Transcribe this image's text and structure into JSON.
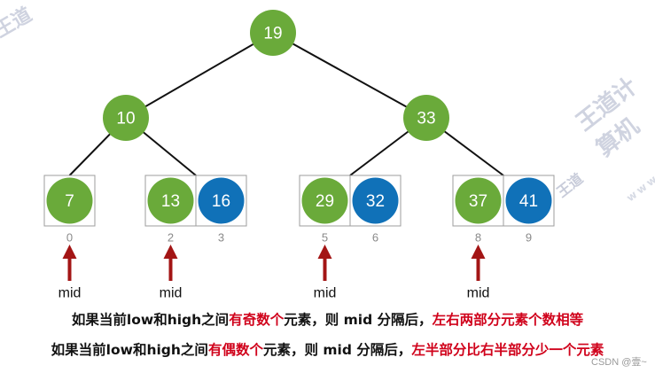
{
  "tree": {
    "root": {
      "value": "19",
      "color": "#6aaa3a"
    },
    "left": {
      "value": "10",
      "color": "#6aaa3a"
    },
    "right": {
      "value": "33",
      "color": "#6aaa3a"
    }
  },
  "leaves": [
    {
      "cells": [
        {
          "value": "7",
          "color": "#6aaa3a",
          "index": "0"
        }
      ],
      "pointer": "mid"
    },
    {
      "cells": [
        {
          "value": "13",
          "color": "#6aaa3a",
          "index": "2"
        },
        {
          "value": "16",
          "color": "#1071b8",
          "index": "3"
        }
      ],
      "pointer": "mid"
    },
    {
      "cells": [
        {
          "value": "29",
          "color": "#6aaa3a",
          "index": "5"
        },
        {
          "value": "32",
          "color": "#1071b8",
          "index": "6"
        }
      ],
      "pointer": "mid"
    },
    {
      "cells": [
        {
          "value": "37",
          "color": "#6aaa3a",
          "index": "8"
        },
        {
          "value": "41",
          "color": "#1071b8",
          "index": "9"
        }
      ],
      "pointer": "mid"
    }
  ],
  "colors": {
    "arrow": "#a31515",
    "highlight": "#d0021b",
    "edge": "#111111",
    "cell_border": "#9c9c9c"
  },
  "caption_1": {
    "part1": "如果当前low和high之间",
    "highlight1": "有奇数个",
    "part2": "元素，则 mid 分隔后，",
    "highlight2": "左右两部分元素个数相等"
  },
  "caption_2": {
    "part1": "如果当前low和high之间",
    "highlight1": "有偶数个",
    "part2": "元素，则 mid 分隔后，",
    "highlight2": "左半部分比右半部分少一个元素"
  },
  "watermark": {
    "logo_text": "王道计算机",
    "url_text": "www.cskaoyan",
    "brand": "王道"
  },
  "footer": "CSDN @壹~"
}
